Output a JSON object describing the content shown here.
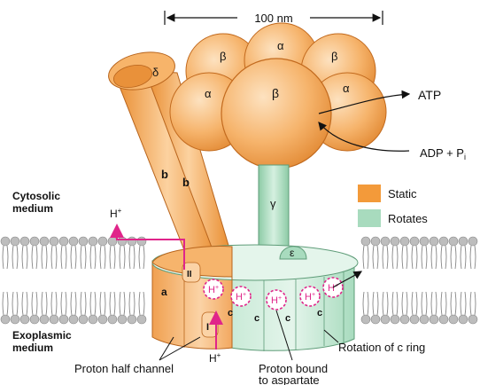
{
  "scale": {
    "label": "100 nm"
  },
  "regions": {
    "cytosolic": [
      "Cytosolic",
      "medium"
    ],
    "exoplasmic": [
      "Exoplasmic",
      "medium"
    ]
  },
  "subunits": {
    "alpha": "α",
    "beta": "β",
    "delta": "δ",
    "gamma": "γ",
    "epsilon": "ε",
    "b": "b",
    "a": "a",
    "c": "c",
    "I": "I",
    "II": "II"
  },
  "products": {
    "atp": "ATP",
    "adp_pi": "ADP + P",
    "pi_sub": "i"
  },
  "legend": [
    {
      "label": "Static",
      "color": "#F39A3A"
    },
    {
      "label": "Rotates",
      "color": "#A8DBBE"
    }
  ],
  "proton": {
    "label": "H",
    "charge": "+"
  },
  "annotations": {
    "half_channel": "Proton half channel",
    "bound_line1": "Proton bound",
    "bound_line2": "to aspartate",
    "rotation": "Rotation of c ring"
  },
  "colors": {
    "static": "#F39A3A",
    "static_light": "#FBD3A6",
    "rotates": "#A8DBBE",
    "proton": "#E0258A",
    "membrane_head": "#BDBDBD"
  }
}
